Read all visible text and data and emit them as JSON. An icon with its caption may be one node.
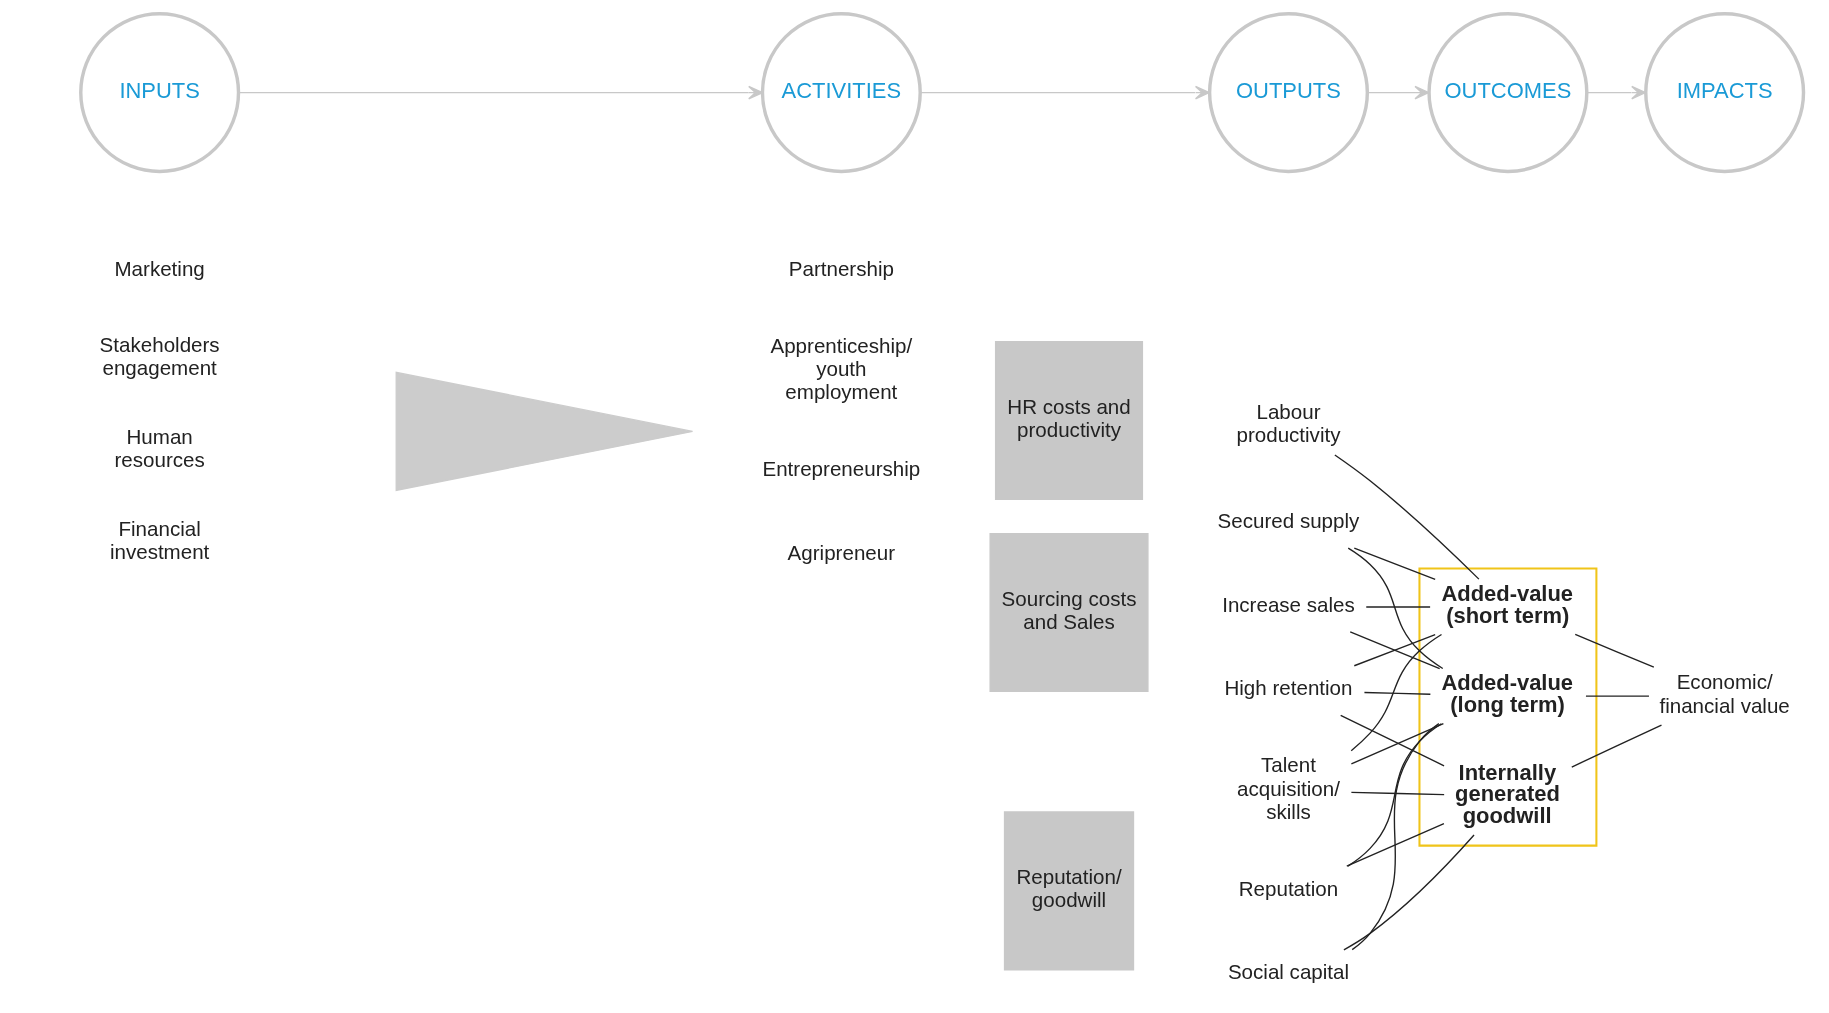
{
  "diagram": {
    "nodes": [
      {
        "text": [
          "INPUTS"
        ]
      },
      {
        "text": [
          "ACTIVITIES"
        ]
      },
      {
        "text": [
          "OUTPUTS"
        ]
      },
      {
        "text": [
          "OUTCOMES"
        ]
      },
      {
        "text": [
          "IMPACTS"
        ]
      },
      {
        "text": [],
        "shape": "triangle"
      },
      {
        "text": [
          "HR costs and productivity"
        ]
      },
      {
        "text": [
          "Sourcing costs and Sales"
        ]
      },
      {
        "text": [
          "Reputation/ goodwill"
        ]
      },
      {
        "text": [
          "Labour productivity"
        ]
      },
      {
        "text": [
          "High retention"
        ]
      },
      {
        "text": [
          "Talent acquisition/ skills"
        ]
      },
      {
        "text": [
          "Increase sales"
        ]
      },
      {
        "text": [
          "Secured supply"
        ]
      },
      {
        "text": [
          "Reputation"
        ]
      },
      {
        "text": [
          "Social capital"
        ]
      },
      {
        "text": [],
        "shape": "box"
      },
      {
        "text": [
          "Added-value (short term)"
        ],
        "in": 16
      },
      {
        "text": [
          "Added-value (long term)"
        ],
        "in": 16
      },
      {
        "text": [
          "Internally generated goodwill"
        ],
        "in": 16
      },
      {
        "text": [
          "Economic/ financial value"
        ]
      }
    ],
    "edges": [
      {
        "from": 0,
        "to": 1,
        "arrow": "to",
        "color": "#c8c8c8"
      },
      {
        "from": 1,
        "to": 2,
        "arrow": "to",
        "color": "#c8c8c8"
      },
      {
        "from": 2,
        "to": 3,
        "arrow": "to",
        "color": "#c8c8c8"
      },
      {
        "from": 3,
        "to": 4,
        "arrow": "to",
        "color": "#c8c8c8"
      },
      {
        "from": 9,
        "to": 17,
        "arrow": "none"
      },
      {
        "from": 10,
        "to": 17,
        "arrow": "none"
      },
      {
        "from": 10,
        "to": 18,
        "arrow": "none"
      },
      {
        "from": 10,
        "to": 19,
        "arrow": "none"
      },
      {
        "from": 11,
        "to": 17,
        "arrow": "none"
      },
      {
        "from": 11,
        "to": 18,
        "arrow": "none"
      },
      {
        "from": 11,
        "to": 19,
        "arrow": "none"
      },
      {
        "from": 12,
        "to": 17,
        "arrow": "none"
      },
      {
        "from": 12,
        "to": 18,
        "arrow": "none"
      },
      {
        "from": 13,
        "to": 17,
        "arrow": "none"
      },
      {
        "from": 13,
        "to": 18,
        "arrow": "none"
      },
      {
        "from": 14,
        "to": 18,
        "arrow": "none"
      },
      {
        "from": 14,
        "to": 19,
        "arrow": "none"
      },
      {
        "from": 15,
        "to": 18,
        "arrow": "none"
      },
      {
        "from": 15,
        "to": 19,
        "arrow": "none"
      },
      {
        "from": 17,
        "to": 20,
        "arrow": "none"
      },
      {
        "from": 18,
        "to": 20,
        "arrow": "none"
      },
      {
        "from": 19,
        "to": 20,
        "arrow": "none"
      }
    ],
    "labels": [
      "Human resources",
      "Financial investment",
      "Marketing",
      "Stakeholders engagement",
      "Apprenticeship/ youth employment",
      "Entrepreneurship",
      "Agripreneur",
      "Partnership"
    ]
  }
}
